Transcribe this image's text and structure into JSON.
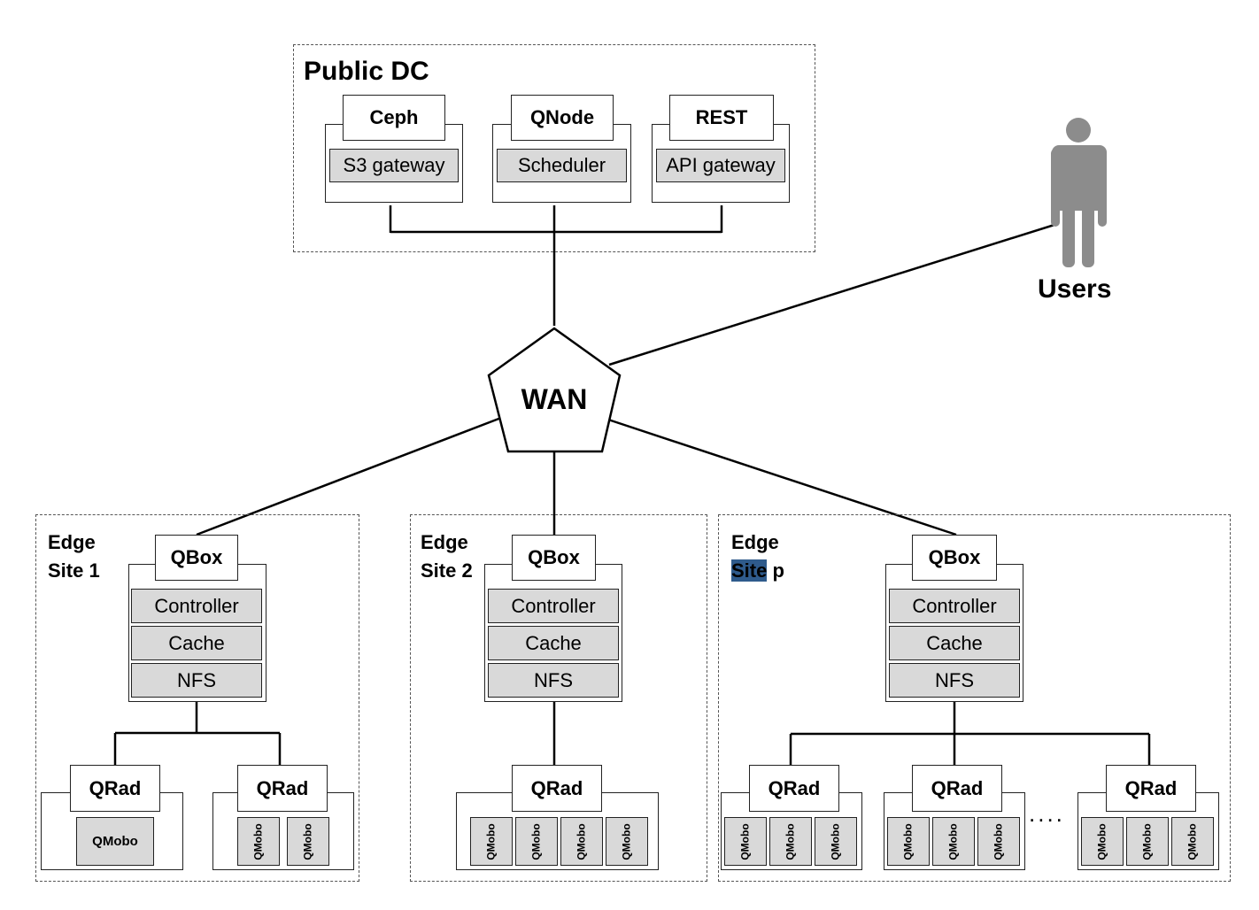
{
  "public_dc": {
    "title": "Public DC",
    "services": [
      {
        "name": "Ceph",
        "component": "S3 gateway"
      },
      {
        "name": "QNode",
        "component": "Scheduler"
      },
      {
        "name": "REST",
        "component": "API gateway"
      }
    ]
  },
  "users": {
    "label": "Users",
    "icon": "person-icon"
  },
  "wan": {
    "label": "WAN"
  },
  "edge_sites": [
    {
      "title_line1": "Edge",
      "title_line2": "Site 1",
      "qbox": {
        "label": "QBox",
        "components": [
          "Controller",
          "Cache",
          "NFS"
        ]
      }
    },
    {
      "title_line1": "Edge",
      "title_line2": "Site 2",
      "qbox": {
        "label": "QBox",
        "components": [
          "Controller",
          "Cache",
          "NFS"
        ]
      }
    },
    {
      "title_line1": "Edge",
      "title_line2_highlight": "Site",
      "title_line2_rest": " p",
      "qbox": {
        "label": "QBox",
        "components": [
          "Controller",
          "Cache",
          "NFS"
        ]
      }
    }
  ],
  "qrad_label": "QRad",
  "qmobo_label": "QMobo",
  "ellipsis": "....",
  "colors": {
    "component_fill": "#d9d9d9",
    "person": "#8c8c8c",
    "highlight": "#2f5b8c"
  }
}
